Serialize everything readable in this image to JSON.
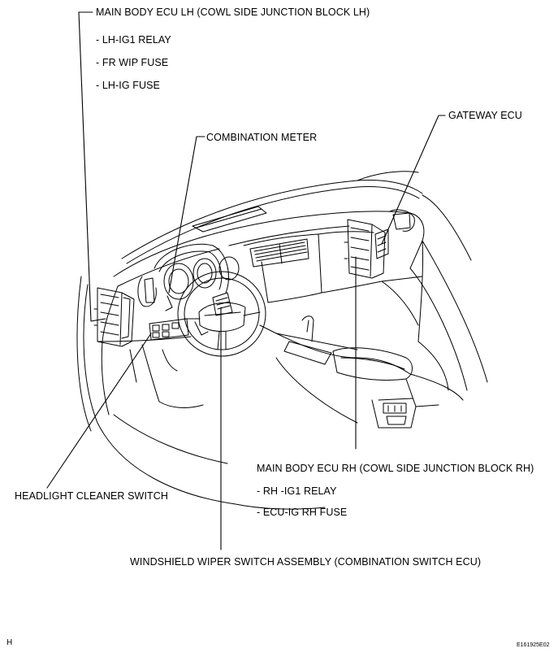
{
  "labels": {
    "main_body_ecu_lh": "MAIN BODY ECU LH (COWL SIDE JUNCTION BLOCK LH)",
    "lh_ig1_relay": "- LH-IG1 RELAY",
    "fr_wip_fuse": "- FR WIP FUSE",
    "lh_ig_fuse": "- LH-IG FUSE",
    "combination_meter": "COMBINATION METER",
    "gateway_ecu": "GATEWAY ECU",
    "main_body_ecu_rh": "MAIN BODY ECU RH (COWL SIDE JUNCTION BLOCK RH)",
    "rh_ig1_relay": "- RH -IG1 RELAY",
    "ecu_ig_rh_fuse": "- ECU-IG RH FUSE",
    "headlight_cleaner_switch": "HEADLIGHT CLEANER SWITCH",
    "windshield_wiper_switch": "WINDSHIELD WIPER SWITCH ASSEMBLY (COMBINATION SWITCH ECU)"
  },
  "footer": {
    "corner_mark": "H",
    "figure_code": "E161925E02"
  },
  "colors": {
    "line": "#000000",
    "background": "#ffffff"
  }
}
